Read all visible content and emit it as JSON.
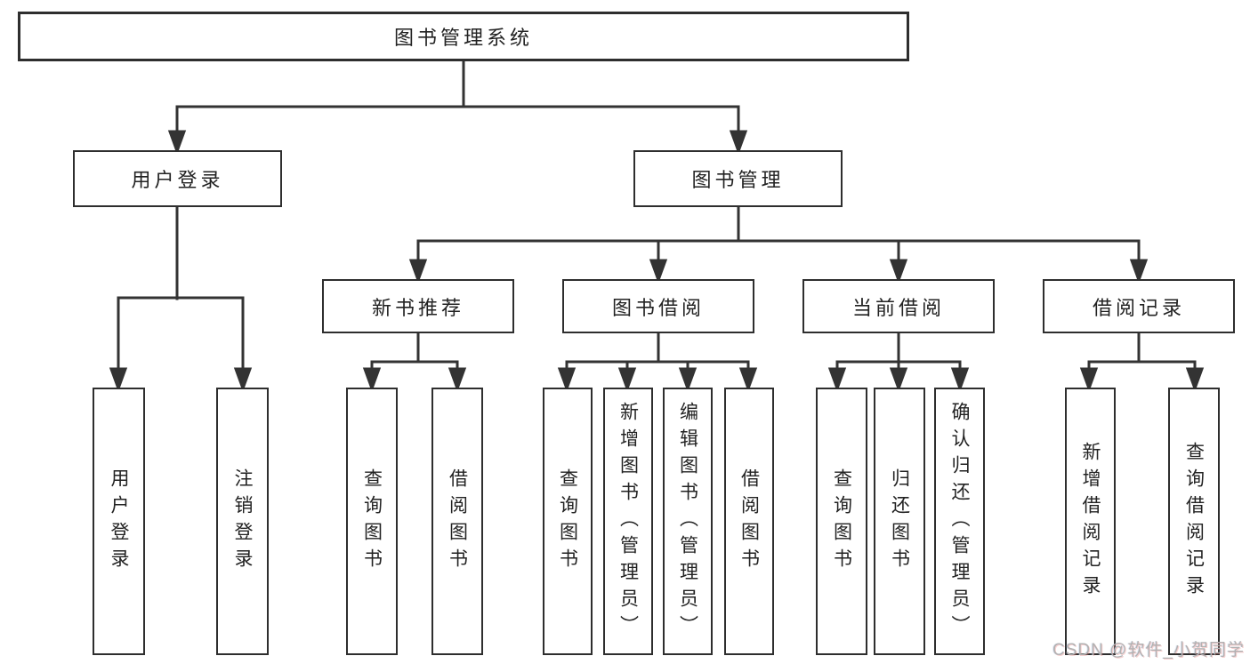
{
  "diagram": {
    "root": {
      "label": "图书管理系统"
    },
    "level2": [
      {
        "label": "用户登录"
      },
      {
        "label": "图书管理"
      }
    ],
    "level3": [
      {
        "label": "新书推荐",
        "parent": "图书管理"
      },
      {
        "label": "图书借阅",
        "parent": "图书管理"
      },
      {
        "label": "当前借阅",
        "parent": "图书管理"
      },
      {
        "label": "借阅记录",
        "parent": "图书管理"
      }
    ],
    "leaves": [
      {
        "label": "用户登录",
        "parent": "用户登录"
      },
      {
        "label": "注销登录",
        "parent": "用户登录"
      },
      {
        "label": "查询图书",
        "parent": "新书推荐"
      },
      {
        "label": "借阅图书",
        "parent": "新书推荐"
      },
      {
        "label": "查询图书",
        "parent": "图书借阅"
      },
      {
        "label": "新增图书（管理员）",
        "parent": "图书借阅"
      },
      {
        "label": "编辑图书（管理员）",
        "parent": "图书借阅"
      },
      {
        "label": "借阅图书",
        "parent": "图书借阅"
      },
      {
        "label": "查询图书",
        "parent": "当前借阅"
      },
      {
        "label": "归还图书",
        "parent": "当前借阅"
      },
      {
        "label": "确认归还（管理员）",
        "parent": "当前借阅"
      },
      {
        "label": "新增借阅记录",
        "parent": "借阅记录"
      },
      {
        "label": "查询借阅记录",
        "parent": "借阅记录"
      }
    ]
  },
  "watermark": {
    "text": "CSDN @软件_小贺同学"
  },
  "colors": {
    "line": "#333333",
    "box_border": "#2e2e2e",
    "text": "#222222",
    "watermark": "#b2b2b2"
  }
}
